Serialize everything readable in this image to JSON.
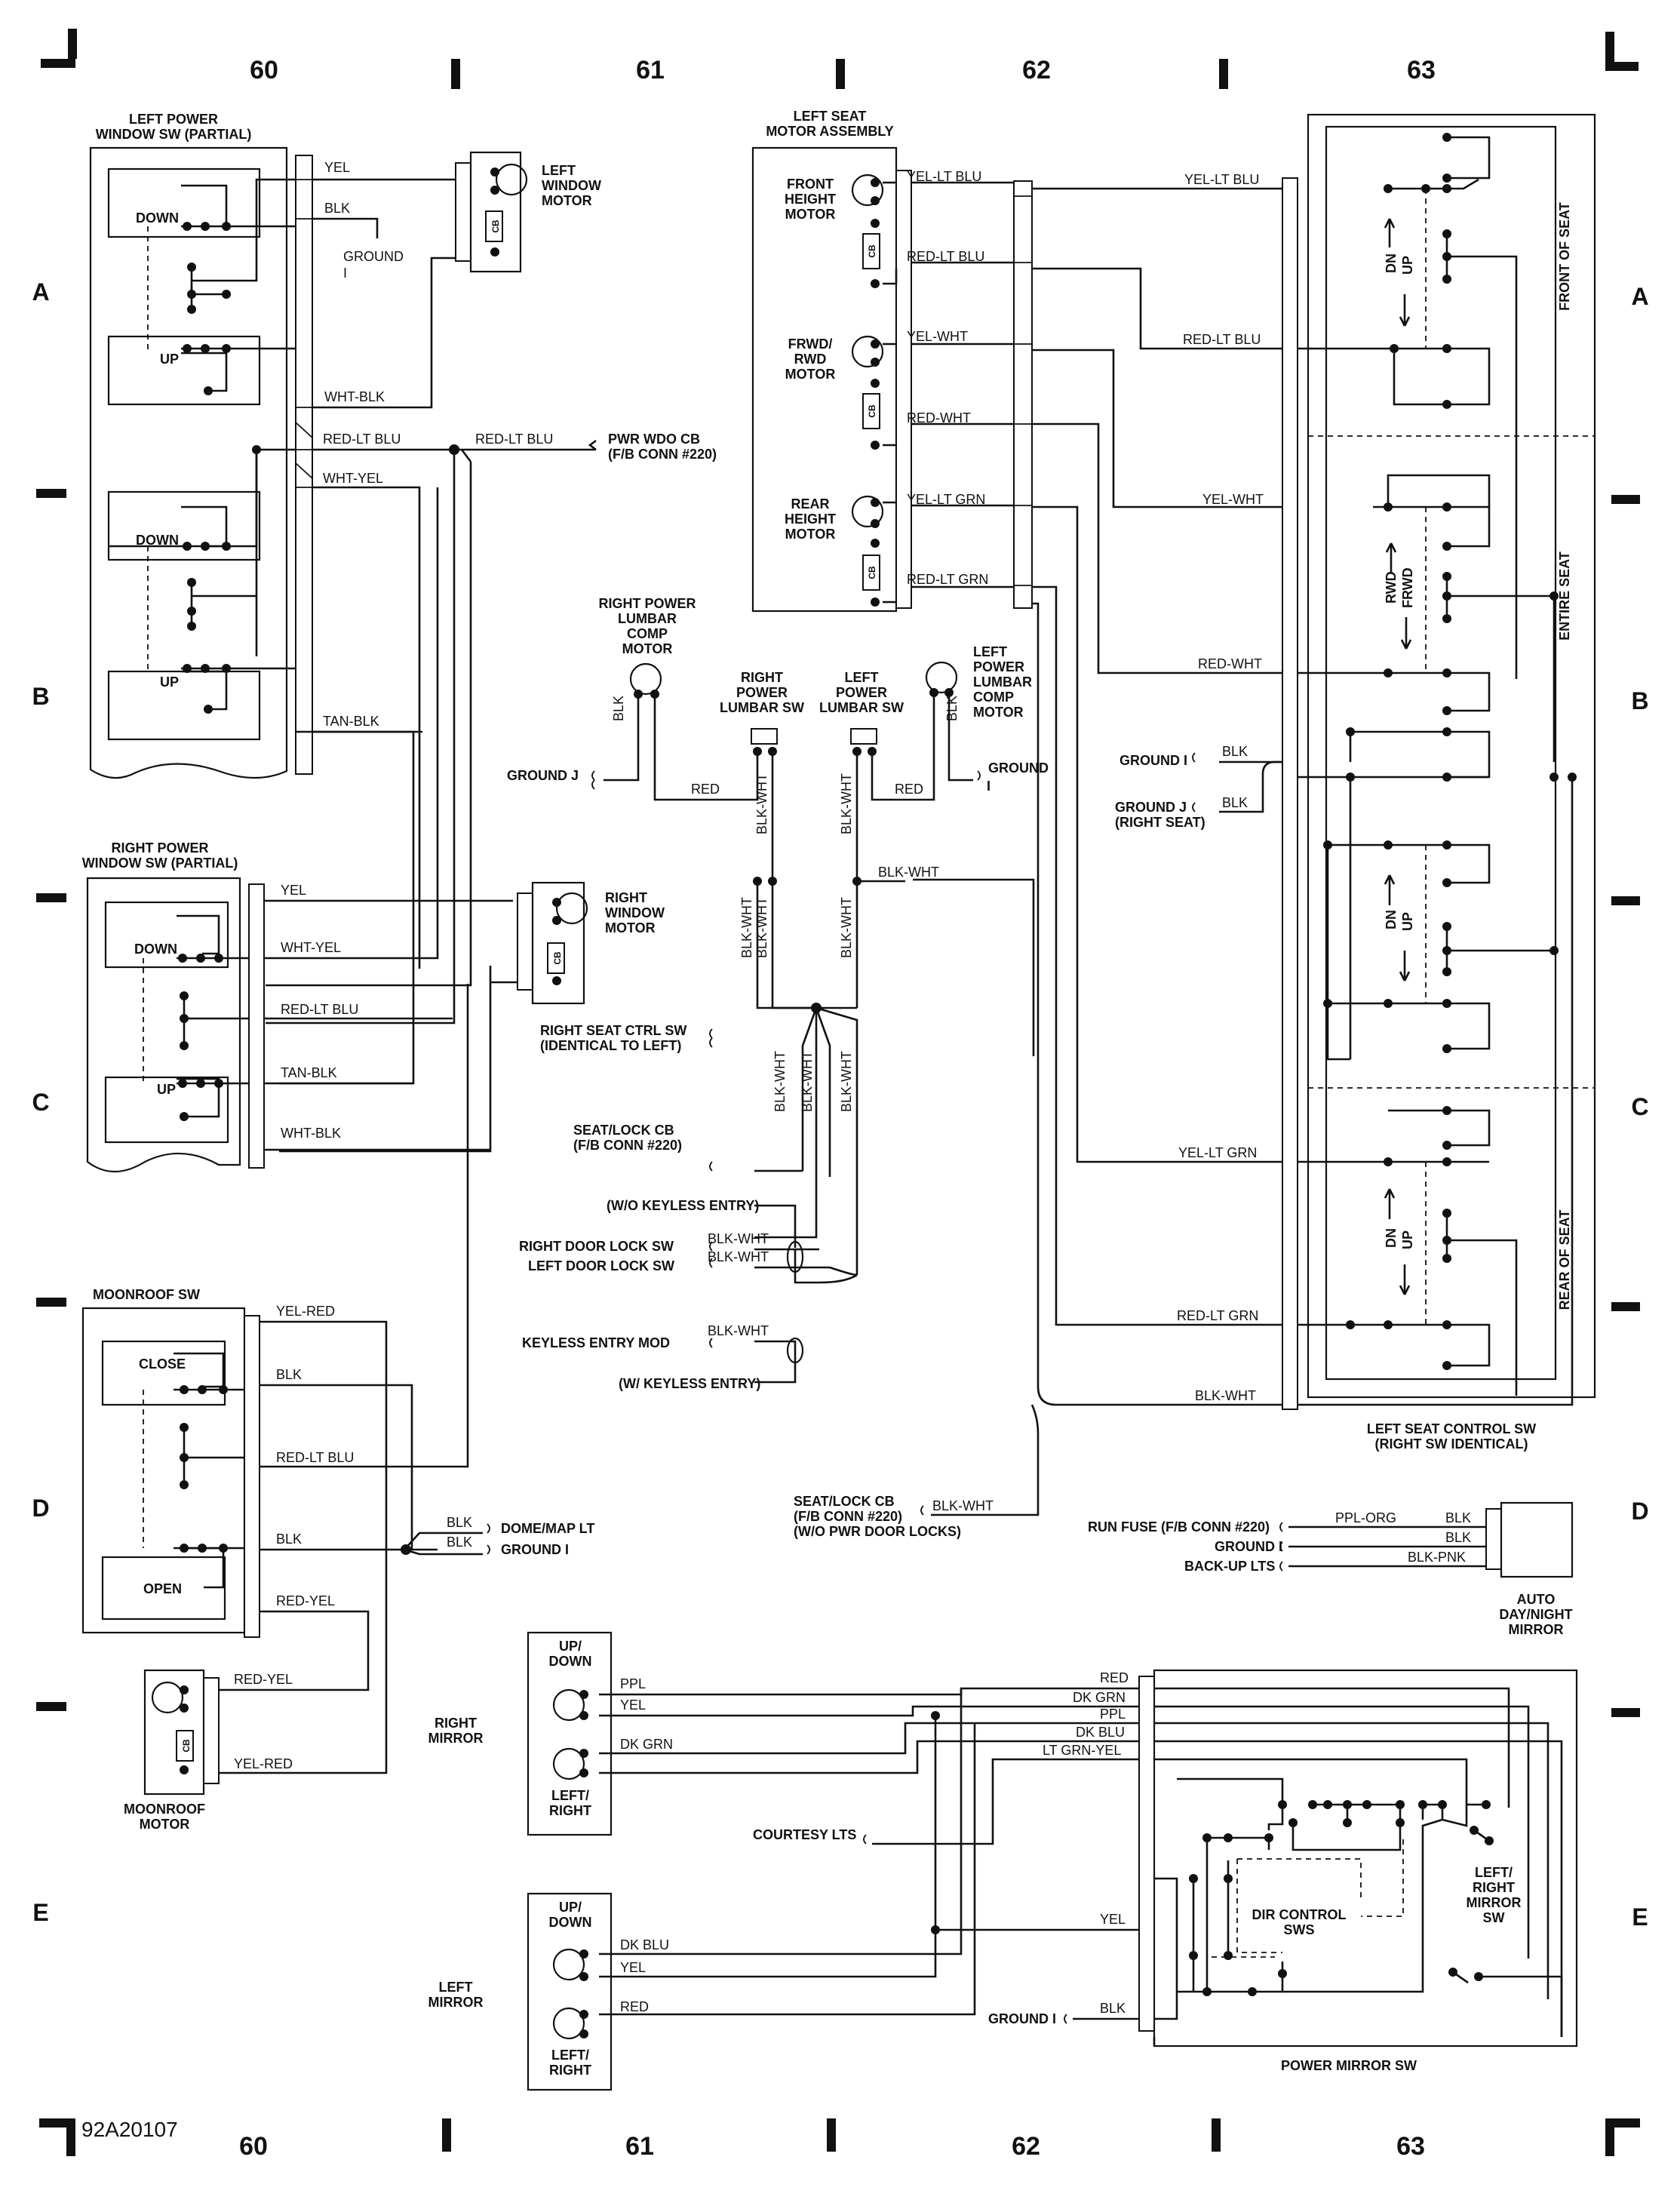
{
  "grid": {
    "columns": [
      "60",
      "61",
      "62",
      "63"
    ],
    "rows": [
      "A",
      "B",
      "C",
      "D",
      "E"
    ]
  },
  "figure_id": "92A20107",
  "components": {
    "left_window_sw": "LEFT POWER|WINDOW SW (PARTIAL)",
    "left_window_motor": "LEFT|WINDOW|MOTOR",
    "right_window_sw": "RIGHT POWER|WINDOW SW (PARTIAL)",
    "right_window_motor": "RIGHT|WINDOW|MOTOR",
    "moonroof_sw": "MOONROOF SW",
    "moonroof_motor": "MOONROOF|MOTOR",
    "left_seat_motor": "LEFT SEAT|MOTOR ASSEMBLY",
    "front_height_motor": "FRONT|HEIGHT|MOTOR",
    "frwd_rwd_motor": "FRWD/|RWD|MOTOR",
    "rear_height_motor": "REAR|HEIGHT|MOTOR",
    "right_lumbar_motor": "RIGHT POWER|LUMBAR|COMP|MOTOR",
    "right_lumbar_sw": "RIGHT|POWER|LUMBAR SW",
    "left_lumbar_sw": "LEFT|POWER|LUMBAR SW",
    "left_lumbar_motor": "LEFT|POWER|LUMBAR|COMP|MOTOR",
    "left_seat_control_sw": "LEFT SEAT CONTROL SW|(RIGHT SW IDENTICAL)",
    "auto_mirror": "AUTO|DAY/NIGHT|MIRROR",
    "right_mirror": "RIGHT|MIRROR",
    "left_mirror": "LEFT|MIRROR",
    "power_mirror_sw": "POWER MIRROR SW",
    "left_right_mirror_sw": "LEFT/|RIGHT|MIRROR|SW",
    "dir_control_sws": "DIR CONTROL|SWS",
    "up_down": "UP/|DOWN",
    "left_right": "LEFT/|RIGHT"
  },
  "switch_labels": {
    "down": "DOWN",
    "up": "UP",
    "close": "CLOSE",
    "open": "OPEN",
    "cb": "CB",
    "dn": "DN",
    "up_short": "UP",
    "rwd": "RWD",
    "frwd": "FRWD",
    "front_of_seat": "FRONT OF SEAT",
    "entire_seat": "ENTIRE SEAT",
    "rear_of_seat": "REAR OF SEAT"
  },
  "connections": {
    "pwr_wdo_cb": "PWR WDO CB|(F/B CONN #220)",
    "ground_i": "GROUND I",
    "ground_j": "GROUND J",
    "ground_i_plain": "GROUND",
    "ground_i_sub": "I",
    "ground_j_right_seat": "GROUND J|(RIGHT SEAT)",
    "right_seat_ctrl_sw": "RIGHT SEAT CTRL SW|(IDENTICAL TO LEFT)",
    "seat_lock_cb": "SEAT/LOCK CB|(F/B CONN #220)",
    "wo_keyless": "(W/O KEYLESS ENTRY)",
    "right_door_lock_sw": "RIGHT DOOR LOCK SW",
    "left_door_lock_sw": "LEFT DOOR LOCK SW",
    "keyless_entry_mod": "KEYLESS ENTRY MOD",
    "w_keyless": "(W/ KEYLESS ENTRY)",
    "seat_lock_cb_2": "SEAT/LOCK CB|(F/B CONN #220)|(W/O PWR DOOR LOCKS)",
    "dome_map_lt": "DOME/MAP LT",
    "run_fuse": "RUN FUSE (F/B CONN #220)",
    "back_up_lts": "BACK-UP LTS",
    "courtesy_lts": "COURTESY LTS"
  },
  "wires": {
    "yel": "YEL",
    "blk": "BLK",
    "ground_i_lbl": "GROUND|I",
    "wht_blk": "WHT-BLK",
    "red_lt_blu": "RED-LT BLU",
    "wht_yel": "WHT-YEL",
    "tan_blk": "TAN-BLK",
    "yel_red": "YEL-RED",
    "red_yel": "RED-YEL",
    "yel_lt_blu": "YEL-LT BLU",
    "yel_wht": "YEL-WHT",
    "red_wht": "RED-WHT",
    "yel_lt_grn": "YEL-LT GRN",
    "red_lt_grn": "RED-LT GRN",
    "red": "RED",
    "blk_wht": "BLK-WHT",
    "ppl_org": "PPL-ORG",
    "blk_pnk": "BLK-PNK",
    "ppl": "PPL",
    "dk_grn": "DK GRN",
    "dk_blu": "DK BLU",
    "lt_grn_yel": "LT GRN-YEL"
  }
}
